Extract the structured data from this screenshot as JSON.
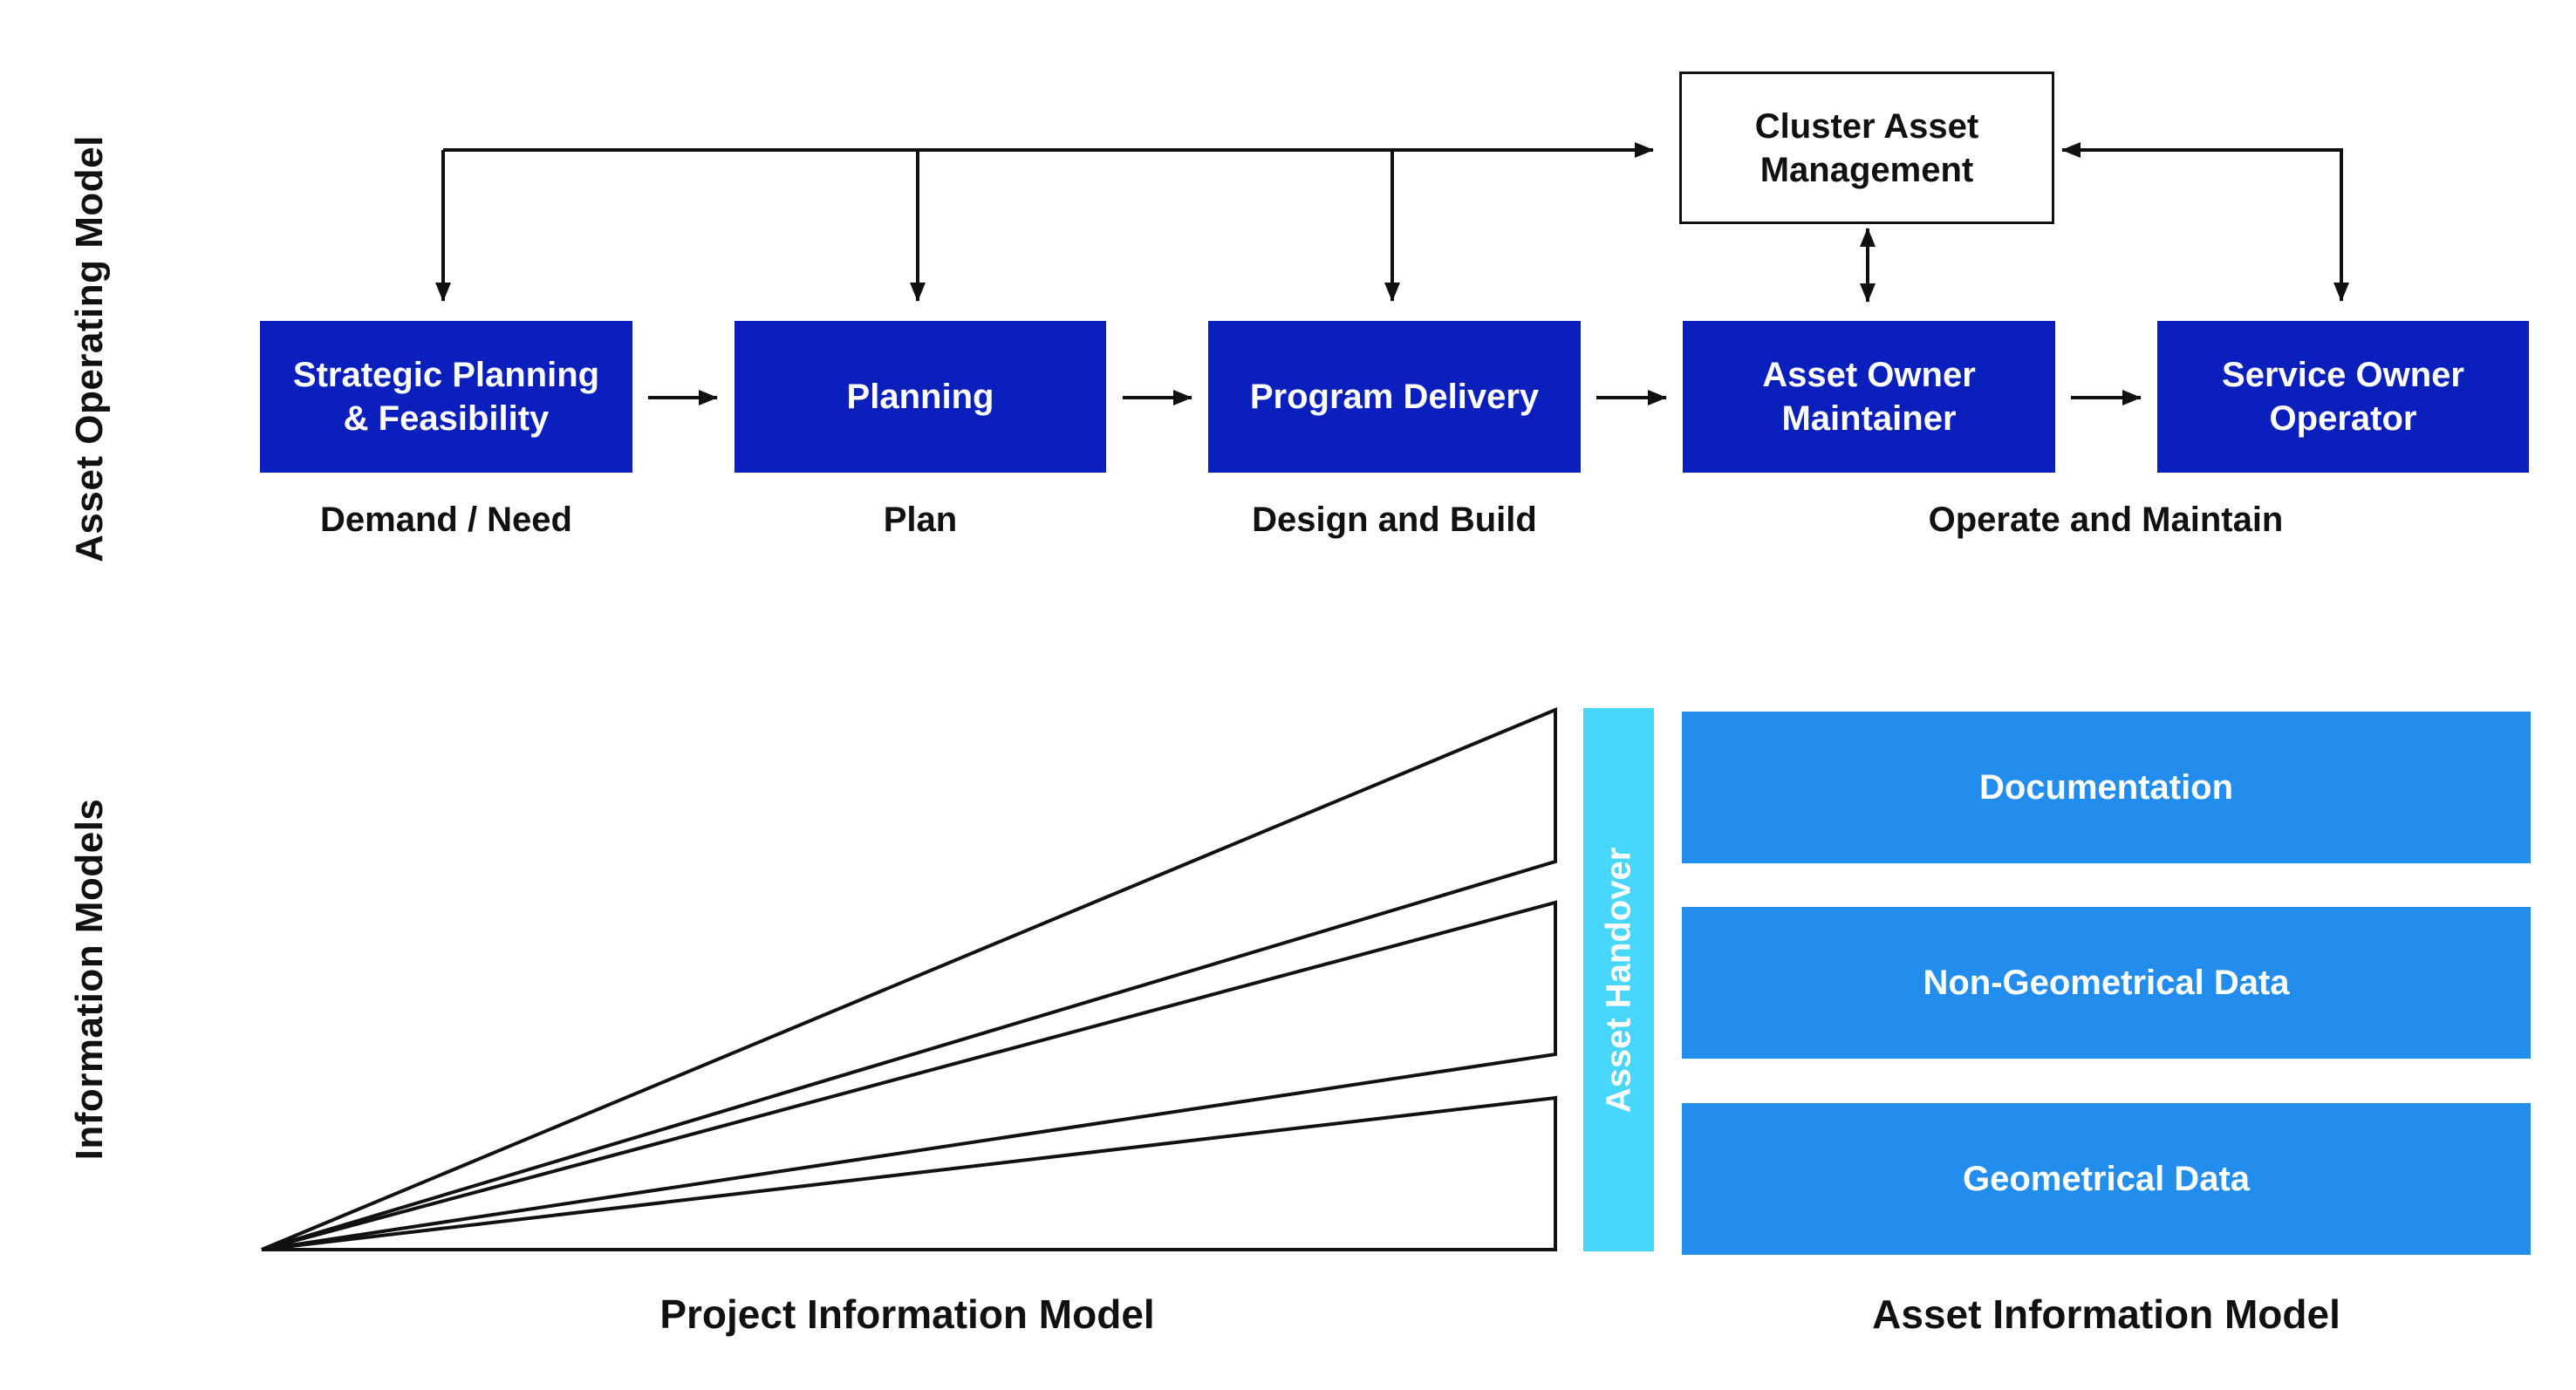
{
  "side_labels": {
    "asset_operating_model": "Asset Operating Model",
    "information_models": "Information Models"
  },
  "cluster_box": "Cluster Asset\nManagement",
  "process_boxes": [
    "Strategic Planning\n& Feasibility",
    "Planning",
    "Program Delivery",
    "Asset Owner\nMaintainer",
    "Service Owner\nOperator"
  ],
  "phase_labels": [
    "Demand / Need",
    "Plan",
    "Design and Build",
    "Operate and Maintain"
  ],
  "handover_label": "Asset Handover",
  "asset_blocks": [
    "Documentation",
    "Non-Geometrical Data",
    "Geometrical Data"
  ],
  "bottom_labels": {
    "project_model": "Project Information Model",
    "asset_model": "Asset Information Model"
  },
  "colors": {
    "process_box": "#0b1fbd",
    "asset_block": "#238ded",
    "handover_bar": "#48d7fb"
  }
}
